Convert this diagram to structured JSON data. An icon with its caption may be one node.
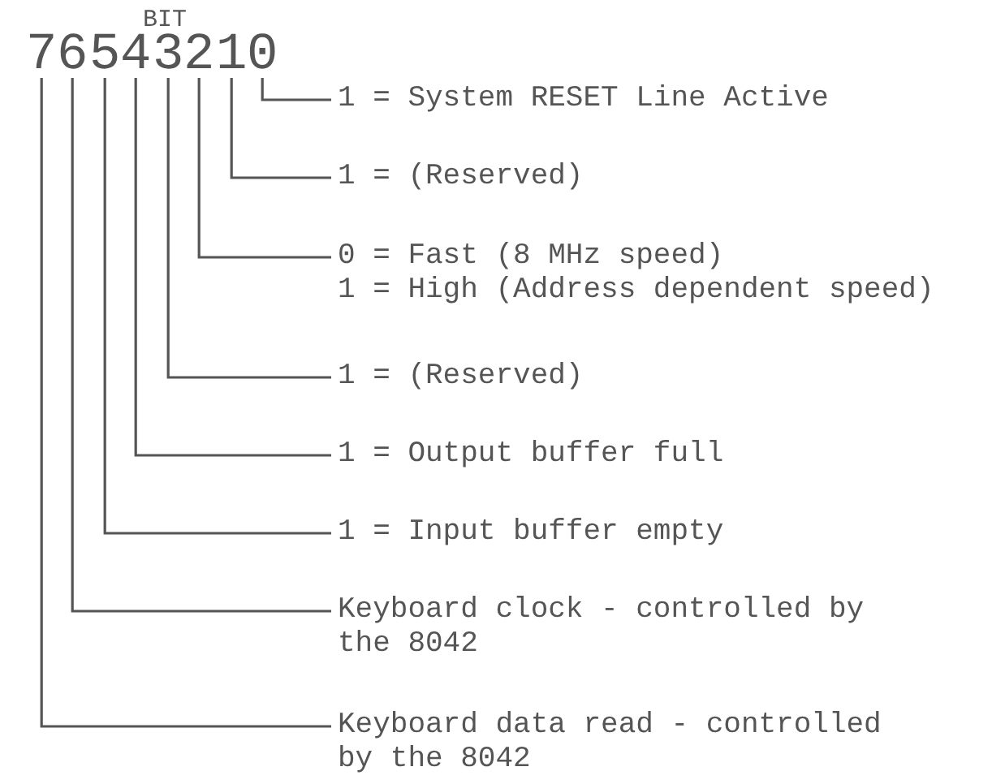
{
  "diagram": {
    "nodes": [
      {
        "text": [
          "7"
        ]
      },
      {
        "text": [
          "6"
        ]
      },
      {
        "text": [
          "5"
        ]
      },
      {
        "text": [
          "4"
        ]
      },
      {
        "text": [
          "3"
        ]
      },
      {
        "text": [
          "2"
        ]
      },
      {
        "text": [
          "1"
        ]
      },
      {
        "text": [
          "0"
        ]
      },
      {
        "text": [
          "1 = System RESET Line Active"
        ]
      },
      {
        "text": [
          "1 = (Reserved)"
        ]
      },
      {
        "text": [
          "0 = Fast (8 MHz speed)",
          "1 = High (Address dependent speed)"
        ]
      },
      {
        "text": [
          "1 = (Reserved)"
        ]
      },
      {
        "text": [
          "1 = Output buffer full"
        ]
      },
      {
        "text": [
          "1 = Input buffer empty"
        ]
      },
      {
        "text": [
          "Keyboard clock - controlled by the 8042"
        ]
      },
      {
        "text": [
          "Keyboard data read - controlled by the 8042"
        ]
      }
    ],
    "edges": [
      {
        "from": 7,
        "to": 8,
        "arrow": "none"
      },
      {
        "from": 6,
        "to": 9,
        "arrow": "none"
      },
      {
        "from": 5,
        "to": 10,
        "arrow": "none"
      },
      {
        "from": 4,
        "to": 11,
        "arrow": "none"
      },
      {
        "from": 3,
        "to": 12,
        "arrow": "none"
      },
      {
        "from": 2,
        "to": 13,
        "arrow": "none"
      },
      {
        "from": 1,
        "to": 14,
        "arrow": "none"
      },
      {
        "from": 0,
        "to": 15,
        "arrow": "none"
      }
    ],
    "labels": [
      "BIT"
    ]
  }
}
